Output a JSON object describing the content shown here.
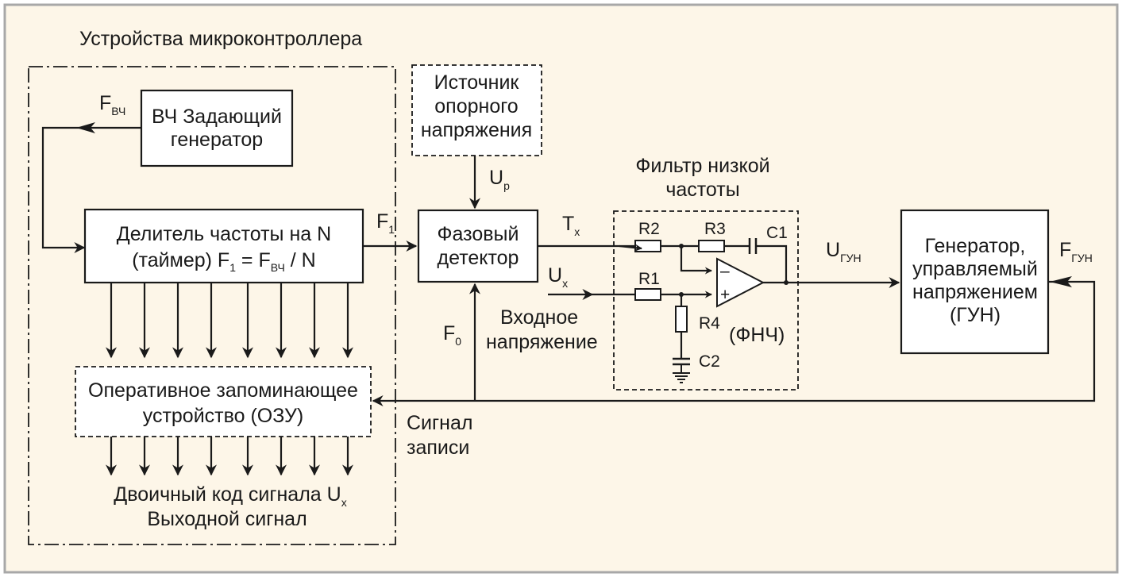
{
  "colors": {
    "background": "#fdf6e8",
    "frame": "#a8a8a8",
    "ink": "#1a1a1a",
    "box_fill": "#ffffff"
  },
  "mcu_region": {
    "title": "Устройства микроконтроллера"
  },
  "hf_generator": {
    "line1": "ВЧ Задающий",
    "line2": "генератор",
    "output_main": "F",
    "output_sub": "ВЧ"
  },
  "divider": {
    "line1": "Делитель частоты на N",
    "line2_text": "(таймер)  F",
    "line2_sub1": "1",
    "line2_mid": " = F",
    "line2_sub2": "ВЧ",
    "line2_end": " / N",
    "output_main": "F",
    "output_sub": "1"
  },
  "ram": {
    "line1": "Оперативное запоминающее",
    "line2": "устройство (ОЗУ)"
  },
  "binary_output": {
    "line1_text": "Двоичный код сигнала U",
    "line1_sub": "x",
    "line2": "Выходной сигнал"
  },
  "reference_source": {
    "line1": "Источник",
    "line2": "опорного",
    "line3": "напряжения",
    "output_main": "U",
    "output_sub": "p"
  },
  "phase_detector": {
    "line1": "Фазовый",
    "line2": "детектор"
  },
  "signals": {
    "tx_main": "T",
    "tx_sub": "x",
    "ux_main": "U",
    "ux_sub": "x",
    "input_line1": "Входное",
    "input_line2": "напряжение",
    "f0_main": "F",
    "f0_sub": "0",
    "write_line1": "Сигнал",
    "write_line2": "записи"
  },
  "lpf": {
    "title_line1": "Фильтр низкой",
    "title_line2": "частоты",
    "r1": "R1",
    "r2": "R2",
    "r3": "R3",
    "r4": "R4",
    "c1": "C1",
    "c2": "C2",
    "minus": "–",
    "plus": "+",
    "abbr": "(ФНЧ)",
    "output_main": "U",
    "output_sub": "ГУН"
  },
  "vco": {
    "line1": "Генератор,",
    "line2": "управляемый",
    "line3": "напряжением",
    "line4": "(ГУН)",
    "output_main": "F",
    "output_sub": "ГУН"
  }
}
